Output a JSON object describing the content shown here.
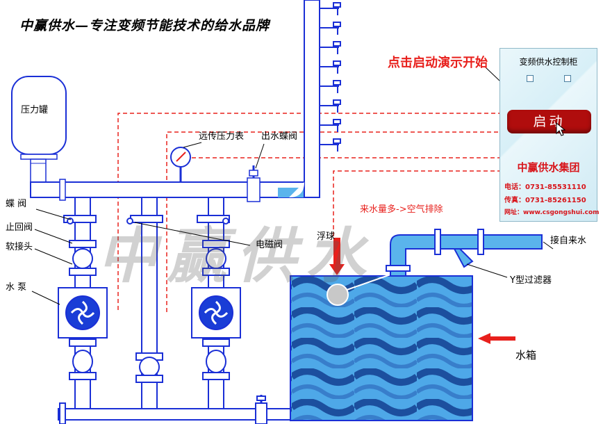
{
  "headline": "中赢供水—专注变频节能技术的给水品牌",
  "labels": {
    "pressure_tank": "压力罐",
    "butterfly_valve": "蝶 阀",
    "check_valve": "止回阀",
    "soft_joint": "软接头",
    "water_pump": "水 泵",
    "remote_gauge": "远传压力表",
    "outlet_valve": "出水蝶阀",
    "solenoid_valve": "电磁阀",
    "float_ball": "浮球",
    "y_filter": "Y型过滤器",
    "tap_water_inlet": "接自来水",
    "water_tank": "水箱"
  },
  "air_note": "来水量多->空气排除",
  "demo_hint": "点击启动演示开始",
  "panel": {
    "title": "变频供水控制柜",
    "start_button": "启动",
    "company": "中赢供水集团",
    "phone": "电话：0731-85531110",
    "fax": "传真：0731-85261150",
    "website": "网址：www.csgongshui.com"
  },
  "watermark": "中赢供水",
  "colors": {
    "pipe_blue": "#1a2fd6",
    "pipe_fill": "#ffffff",
    "water": "#5ab4ec",
    "wave": "#1f57a8",
    "signal_red": "#e8201c",
    "button_red": "#b00d0d"
  }
}
